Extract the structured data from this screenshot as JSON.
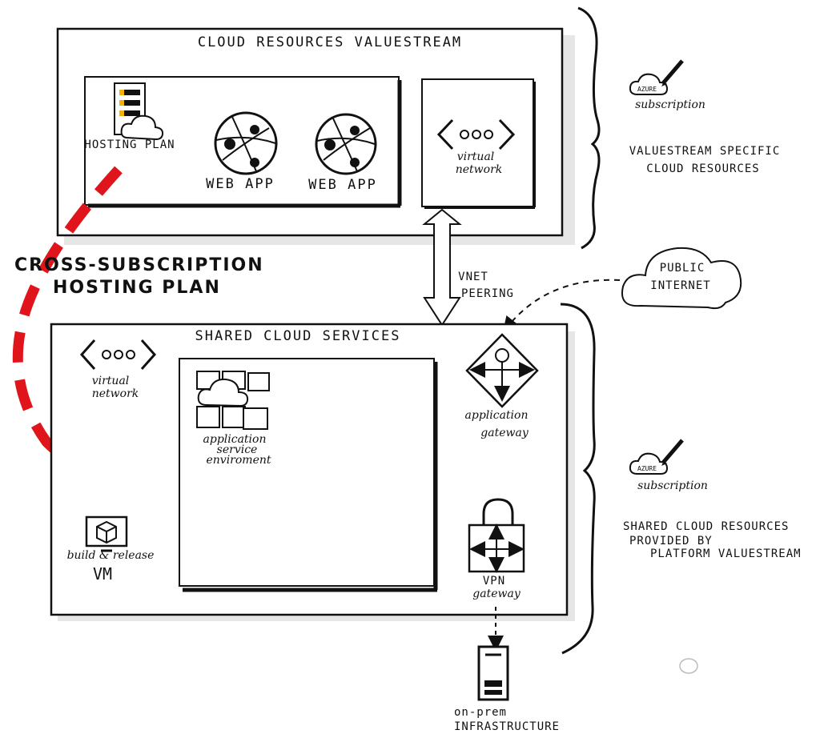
{
  "top_box": {
    "title": "CLOUD RESOURCES VALUESTREAM",
    "hosting_plan": "HOSTING PLAN",
    "web_app_1": "WEB APP",
    "web_app_2": "WEB APP",
    "vnet_line1": "virtual",
    "vnet_line2": "network"
  },
  "top_brace": {
    "azure_badge": "AZURE",
    "subscription": "subscription",
    "desc_line1": "VALUESTREAM SPECIFIC",
    "desc_line2": "CLOUD RESOURCES"
  },
  "cross_sub": {
    "line1": "CROSS-SUBSCRIPTION",
    "line2": "HOSTING PLAN",
    "arrow_color": "#e0141b"
  },
  "peering": {
    "line1": "VNET",
    "line2": "PEERING"
  },
  "public_internet": {
    "line1": "PUBLIC",
    "line2": "INTERNET"
  },
  "bottom_box": {
    "title": "SHARED CLOUD SERVICES",
    "vnet_line1": "virtual",
    "vnet_line2": "network",
    "ase_line1": "application",
    "ase_line2": "service",
    "ase_line3": "enviroment",
    "app_gw_line1": "application",
    "app_gw_line2": "gateway",
    "build_line1": "build & release",
    "build_line2": "VM",
    "vpn_line1": "VPN",
    "vpn_line2": "gateway"
  },
  "bottom_brace": {
    "azure_badge": "AZURE",
    "subscription": "subscription",
    "desc_line1": "SHARED CLOUD RESOURCES",
    "desc_line2": "PROVIDED BY",
    "desc_line3": "PLATFORM VALUESTREAM"
  },
  "onprem": {
    "line1": "on-prem",
    "line2": "INFRASTRUCTURE"
  }
}
